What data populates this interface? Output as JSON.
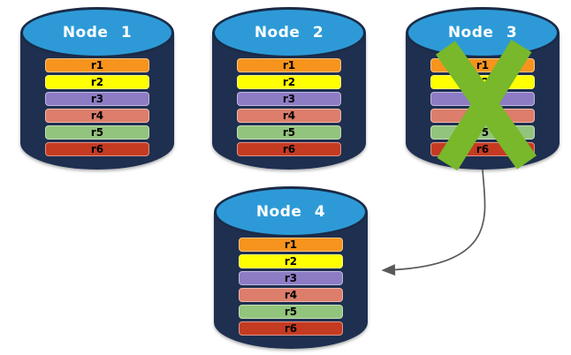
{
  "nodes": [
    {
      "title": "Node 1",
      "rows": [
        {
          "label": "r1",
          "color": "#F7941E"
        },
        {
          "label": "r2",
          "color": "#FFFF00"
        },
        {
          "label": "r3",
          "color": "#8D7CC4"
        },
        {
          "label": "r4",
          "color": "#DC7E6B"
        },
        {
          "label": "r5",
          "color": "#93C47D"
        },
        {
          "label": "r6",
          "color": "#C53B22"
        }
      ]
    },
    {
      "title": "Node 2",
      "rows": [
        {
          "label": "r1",
          "color": "#F7941E"
        },
        {
          "label": "r2",
          "color": "#FFFF00"
        },
        {
          "label": "r3",
          "color": "#8D7CC4"
        },
        {
          "label": "r4",
          "color": "#DC7E6B"
        },
        {
          "label": "r5",
          "color": "#93C47D"
        },
        {
          "label": "r6",
          "color": "#C53B22"
        }
      ]
    },
    {
      "title": "Node 3",
      "rows": [
        {
          "label": "r1",
          "color": "#F7941E"
        },
        {
          "label": "r2",
          "color": "#FFFF00"
        },
        {
          "label": "r3",
          "color": "#8D7CC4"
        },
        {
          "label": "r4",
          "color": "#DC7E6B"
        },
        {
          "label": "r5",
          "color": "#93C47D"
        },
        {
          "label": "r6",
          "color": "#C53B22"
        }
      ]
    },
    {
      "title": "Node 4",
      "rows": [
        {
          "label": "r1",
          "color": "#F7941E"
        },
        {
          "label": "r2",
          "color": "#FFFF00"
        },
        {
          "label": "r3",
          "color": "#8D7CC4"
        },
        {
          "label": "r4",
          "color": "#DC7E6B"
        },
        {
          "label": "r5",
          "color": "#93C47D"
        },
        {
          "label": "r6",
          "color": "#C53B22"
        }
      ]
    }
  ],
  "palette": {
    "cylinder_body": "#1E2F50",
    "cylinder_top": "#2D9AD7",
    "node_title_text": "#FFFFFF",
    "row_label_text": "#000000"
  },
  "x_mark": {
    "color": "#78B82A",
    "on_node": "Node 3"
  },
  "arrow": {
    "color": "#595959",
    "from_node": "Node 3",
    "to_node": "Node 4"
  }
}
